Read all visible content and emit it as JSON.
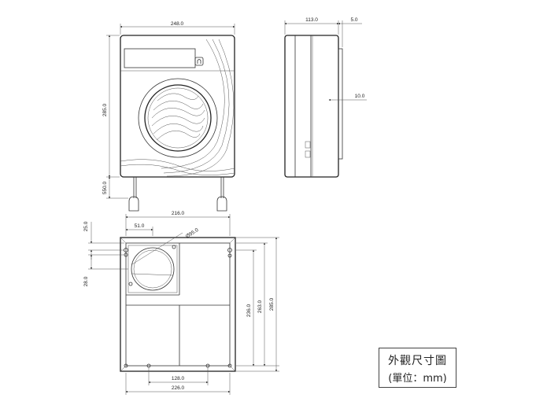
{
  "legend": {
    "title": "外觀尺寸圖",
    "unit": "(單位：mm)"
  },
  "front_view": {
    "width": "248.0",
    "height": "285.0",
    "clearance": "550.0"
  },
  "side_view": {
    "depth": "113.0",
    "flange": "5.0",
    "lip": "10.0"
  },
  "mount_plan": {
    "top_width": "216.0",
    "duct_offset": "51.0",
    "duct_diameter": "Ø95.0",
    "left_top": "25.0",
    "left_bottom": "28.0",
    "right_inner": "236.0",
    "right_mid": "263.0",
    "right_outer": "285.0",
    "bottom_inner": "128.0",
    "bottom_outer": "226.0"
  }
}
